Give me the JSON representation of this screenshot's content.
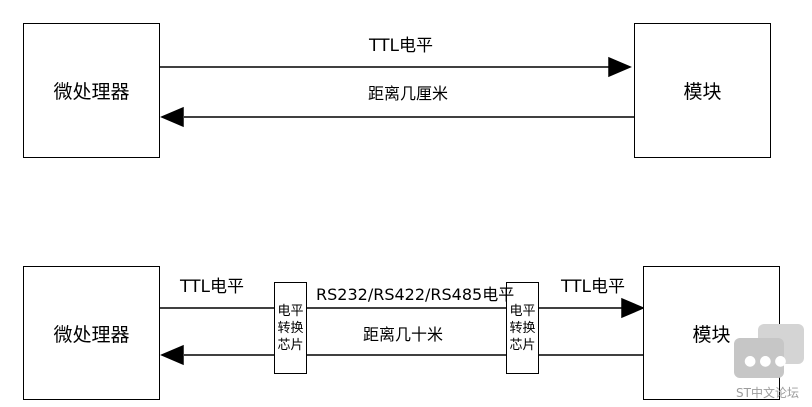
{
  "top": {
    "left_box": "微处理器",
    "right_box": "模块",
    "upper_label": "TTL电平",
    "lower_label": "距离几厘米"
  },
  "bottom": {
    "left_box": "微处理器",
    "right_box": "模块",
    "left_label": "TTL电平",
    "middle_label": "RS232/RS422/RS485电平",
    "right_label": "TTL电平",
    "lower_label": "距离几十米",
    "chip_left": [
      "电平",
      "转换",
      "芯片"
    ],
    "chip_right": [
      "电平",
      "转换",
      "芯片"
    ]
  },
  "watermark": {
    "text": "ST中文论坛",
    "icon": "chat-bubble-icon"
  }
}
